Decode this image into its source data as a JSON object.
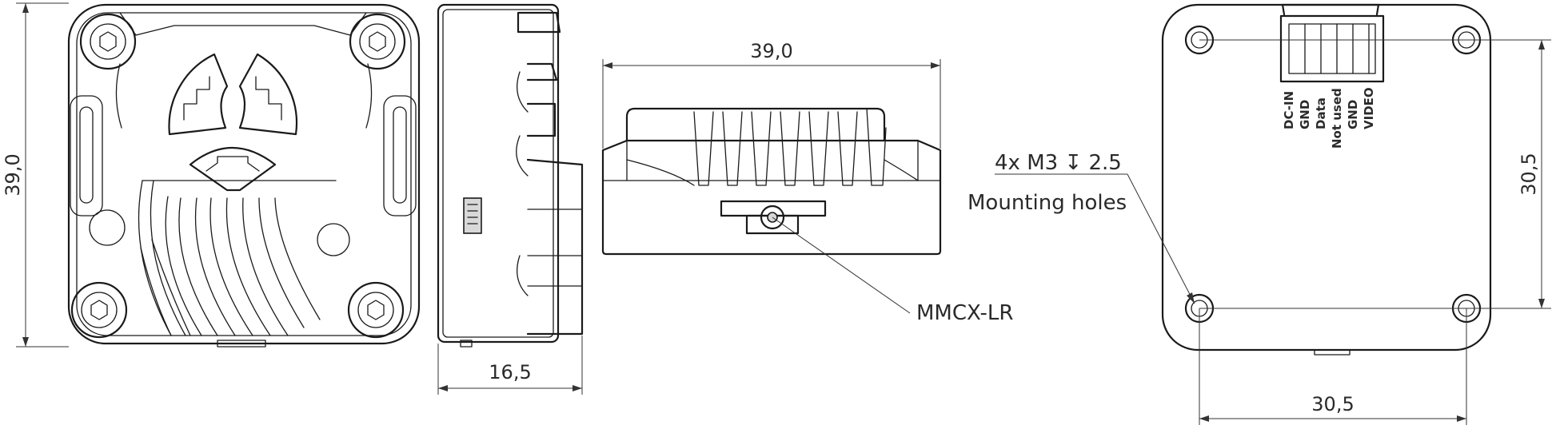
{
  "dimensions": {
    "front_height": "39,0",
    "side_depth": "16,5",
    "top_width": "39,0",
    "rear_hole_spacing_vertical": "30,5",
    "rear_hole_spacing_horizontal": "30,5"
  },
  "labels": {
    "connector": "MMCX-LR",
    "holes_spec": "4x M3 ↧ 2.5",
    "holes_desc": "Mounting holes"
  },
  "pins": [
    "DC-IN",
    "GND",
    "Data",
    "Not used",
    "GND",
    "VIDEO"
  ]
}
